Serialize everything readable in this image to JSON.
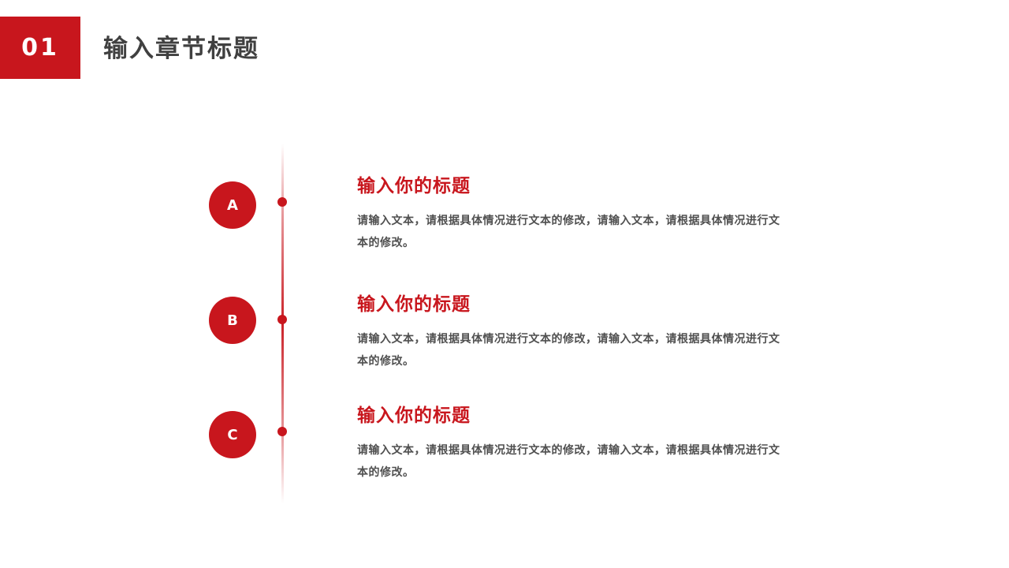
{
  "header": {
    "section_number": "01",
    "section_title": "输入章节标题"
  },
  "items": [
    {
      "badge": "A",
      "title": "输入你的标题",
      "body": "请输入文本，请根据具体情况进行文本的修改，请输入文本，请根据具体情况进行文本的修改。"
    },
    {
      "badge": "B",
      "title": "输入你的标题",
      "body": "请输入文本，请根据具体情况进行文本的修改，请输入文本，请根据具体情况进行文本的修改。"
    },
    {
      "badge": "C",
      "title": "输入你的标题",
      "body": "请输入文本，请根据具体情况进行文本的修改，请输入文本，请根据具体情况进行文本的修改。"
    }
  ],
  "colors": {
    "accent": "#c8161d",
    "title_text": "#404040",
    "body_text": "#505050",
    "background": "#ffffff"
  }
}
